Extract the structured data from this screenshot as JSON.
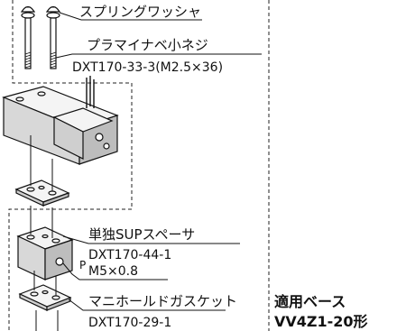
{
  "callouts": {
    "spring_washer": "スプリングワッシャ",
    "screw_name": "プラマイナベ小ネジ",
    "screw_part": "DXT170-33-3(M2.5×36)",
    "spacer_name": "単独SUPスペーサ",
    "spacer_part": "DXT170-44-1",
    "port_letter": "P",
    "port_thread": "M5×0.8",
    "gasket_name": "マニホールドガスケット",
    "gasket_part": "DXT170-29-1"
  },
  "base": {
    "label_line1": "適用ベース",
    "label_line2": "VV4Z1-20形"
  }
}
